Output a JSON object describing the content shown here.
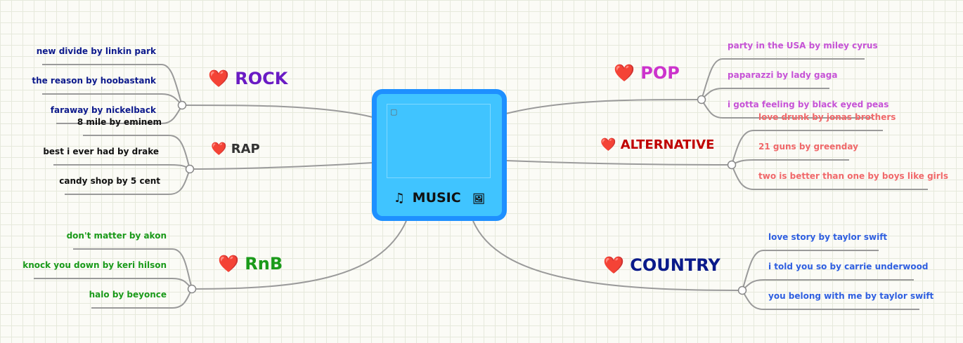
{
  "central": {
    "label": "MUSIC",
    "note_icon": "music-note-icon",
    "image_icon": "image-icon"
  },
  "branches": [
    {
      "id": "rock",
      "label": "ROCK",
      "color": "#6a1bc4",
      "leaf_color": "#0d1a8c",
      "leaves": [
        "new divide by linkin park",
        "the reason by hoobastank",
        "faraway by nickelback"
      ]
    },
    {
      "id": "rap",
      "label": "RAP",
      "color": "#333333",
      "leaf_color": "#111111",
      "leaves": [
        "8 mile by eminem",
        "best i ever had by drake",
        "candy shop by 5 cent"
      ]
    },
    {
      "id": "rnb",
      "label": "RnB",
      "color": "#1a9a1a",
      "leaf_color": "#1a9a1a",
      "leaves": [
        "don't matter by akon",
        "knock you down by keri hilson",
        "halo by beyonce"
      ]
    },
    {
      "id": "pop",
      "label": "POP",
      "color": "#cc33cc",
      "leaf_color": "#c653d6",
      "leaves": [
        "party in the USA by miley cyrus",
        "paparazzi by lady gaga",
        "i gotta feeling by black eyed peas"
      ]
    },
    {
      "id": "alternative",
      "label": "ALTERNATIVE",
      "color": "#c00000",
      "leaf_color": "#f0686a",
      "leaves": [
        "love drunk by jonas brothers",
        "21 guns by greenday",
        "two is better than one by boys like girls"
      ]
    },
    {
      "id": "country",
      "label": "COUNTRY",
      "color": "#0a1a8a",
      "leaf_color": "#2f5fe0",
      "leaves": [
        "love story by taylor swift",
        "i told you so by carrie underwood",
        "you belong with me by taylor swift"
      ]
    }
  ],
  "colors": {
    "line": "#999999",
    "central_fill": "#40c4ff",
    "central_border": "#1e90ff",
    "heart": "#e02020"
  },
  "icons": {
    "topic": "heart-icon"
  }
}
